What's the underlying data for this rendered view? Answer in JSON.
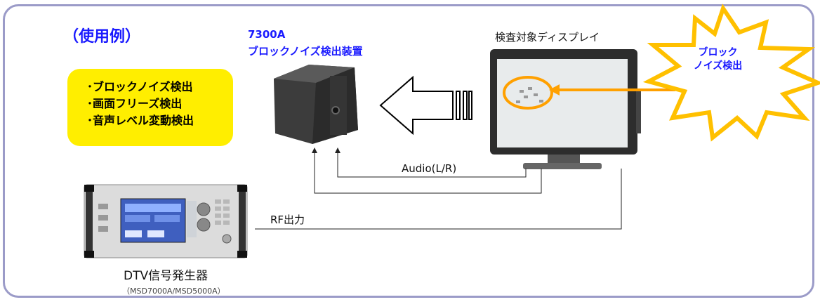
{
  "title": "（使用例）",
  "device": {
    "model": "7300A",
    "name": "ブロックノイズ検出装置"
  },
  "target_display_label": "検査対象ディスプレイ",
  "features": [
    "･ブロックノイズ検出",
    "･画面フリーズ検出",
    "･音声レベル変動検出"
  ],
  "burst": {
    "line1": "ブロック",
    "line2": "ノイズ検出"
  },
  "connections": {
    "audio": "Audio(L/R)",
    "rf": "RF出力"
  },
  "generator": {
    "name": "DTV信号発生器",
    "models": "（MSD7000A/MSD5000A）"
  },
  "colors": {
    "frame_border": "#9b9bc8",
    "title_blue": "#1a1aff",
    "feature_box": "#ffee00",
    "burst_fill": "#ffffff",
    "burst_stroke": "#ffc000",
    "highlight": "#ffa000"
  }
}
